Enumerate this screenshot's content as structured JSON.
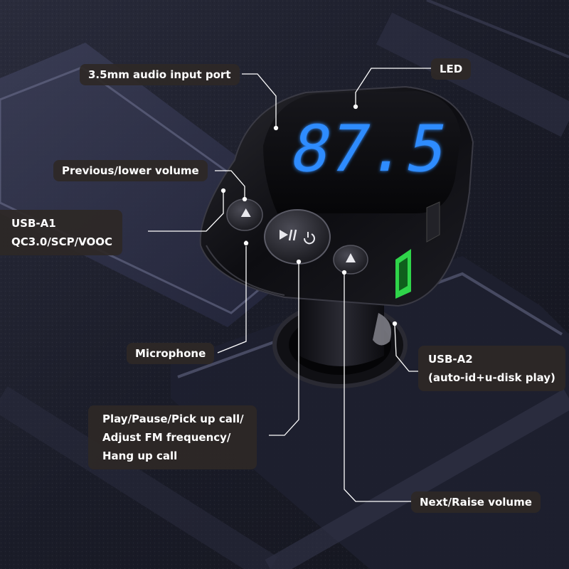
{
  "display": {
    "led_reading": "87.5",
    "led_color": "#2f8cff"
  },
  "labels": {
    "audio_port": "3.5mm audio input port",
    "led": "LED",
    "previous": "Previous/lower volume",
    "usb_a1": [
      "USB-A1",
      "QC3.0/SCP/VOOC"
    ],
    "microphone": "Microphone",
    "usb_a2": [
      "USB-A2",
      "(auto-id+u-disk play)"
    ],
    "play": [
      "Play/Pause/Pick up call/",
      "Adjust FM frequency/",
      "Hang up call"
    ],
    "next": "Next/Raise volume"
  },
  "buttons": {
    "previous_icon": "triangle-left-icon",
    "play_icon": "play-pause-power-icon",
    "next_icon": "triangle-up-icon"
  },
  "colors": {
    "label_bg": "#2e2826",
    "usb_a1_port": "#2fd44a",
    "background": "#1b1d29"
  }
}
